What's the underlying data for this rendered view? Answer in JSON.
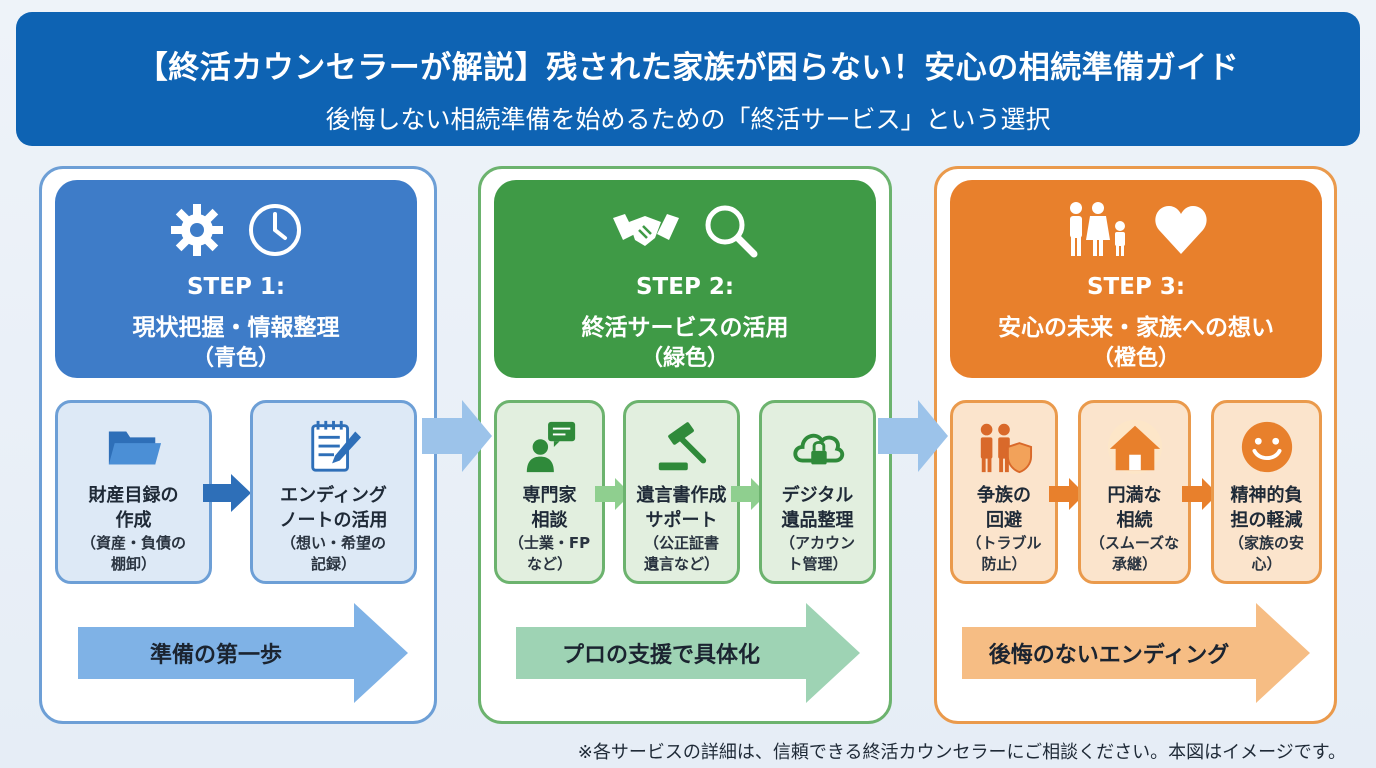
{
  "header": {
    "title": "【終活カウンセラーが解説】残された家族が困らない！安心の相続準備ガイド",
    "subtitle": "後悔しない相続準備を始めるための「終活サービス」という選択"
  },
  "steps": [
    {
      "label": "STEP 1:",
      "name": "現状把握・情報整理",
      "color_note": "（青色）",
      "icons": [
        "gear-icon",
        "clock-icon"
      ],
      "accent": "#3e7cc8",
      "cards": [
        {
          "title": "財産目録の作成",
          "title_lines": [
            "財産目録の",
            "作成"
          ],
          "sub_lines": [
            "（資産・負債の",
            "棚卸）"
          ],
          "icon": "folder-icon"
        },
        {
          "title": "エンディングノートの活用",
          "title_lines": [
            "エンディング",
            "ノートの活用"
          ],
          "sub_lines": [
            "（想い・希望の",
            "記録）"
          ],
          "icon": "notepad-pencil-icon"
        }
      ],
      "banner": "準備の第一歩"
    },
    {
      "label": "STEP 2:",
      "name": "終活サービスの活用",
      "color_note": "（緑色）",
      "icons": [
        "handshake-icon",
        "magnifier-icon"
      ],
      "accent": "#3f9a46",
      "cards": [
        {
          "title_lines": [
            "専門家",
            "相談"
          ],
          "sub_lines": [
            "（士業・FP",
            "など）"
          ],
          "icon": "consultant-chat-icon"
        },
        {
          "title_lines": [
            "遺言書作成",
            "サポート"
          ],
          "sub_lines": [
            "（公正証書",
            "遺言など）"
          ],
          "icon": "gavel-icon"
        },
        {
          "title_lines": [
            "デジタル",
            "遺品整理"
          ],
          "sub_lines": [
            "（アカウン",
            "ト管理）"
          ],
          "icon": "cloud-lock-icon"
        }
      ],
      "banner": "プロの支援で具体化"
    },
    {
      "label": "STEP 3:",
      "name": "安心の未来・家族への想い",
      "color_note": "（橙色）",
      "icons": [
        "family-icon",
        "heart-icon"
      ],
      "accent": "#e8802c",
      "cards": [
        {
          "title_lines": [
            "争族の",
            "回避"
          ],
          "sub_lines": [
            "（トラブル",
            "防止）"
          ],
          "icon": "people-shield-icon"
        },
        {
          "title_lines": [
            "円満な",
            "相続"
          ],
          "sub_lines": [
            "（スムーズな",
            "承継）"
          ],
          "icon": "house-icon"
        },
        {
          "title_lines": [
            "精神的負",
            "担の軽減"
          ],
          "sub_lines": [
            "（家族の安",
            "心）"
          ],
          "icon": "smile-icon"
        }
      ],
      "banner": "後悔のないエンディング"
    }
  ],
  "footnote": "※各サービスの詳細は、信頼できる終活カウンセラーにご相談ください。本図はイメージです。",
  "colors": {
    "header_bg": "#0e63b3",
    "blue": "#3e7cc8",
    "green": "#3f9a46",
    "orange": "#e8802c"
  }
}
